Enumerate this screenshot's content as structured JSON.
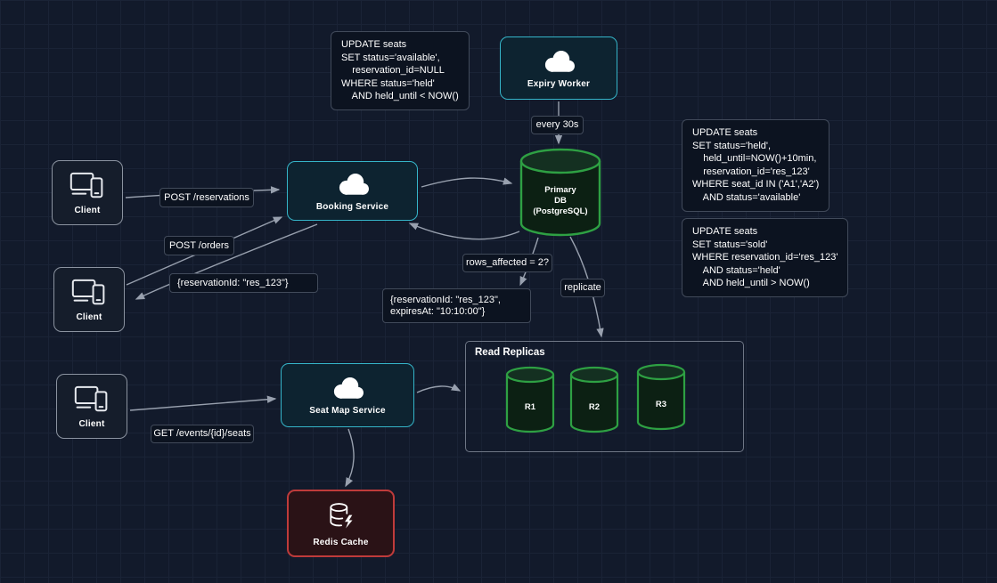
{
  "colors": {
    "background": "#121a2b",
    "grid_line": "#1a2336",
    "service_accent": "#35b5c9",
    "database_accent": "#2ea043",
    "redis_accent": "#bf3b3b",
    "arrow": "#98a0ae",
    "text": "#ffffff"
  },
  "nodes": {
    "client_top": {
      "label": "Client",
      "icon": "devices-icon"
    },
    "client_middle": {
      "label": "Client",
      "icon": "devices-icon"
    },
    "client_bottom": {
      "label": "Client",
      "icon": "devices-icon"
    },
    "booking_service": {
      "label": "Booking Service",
      "icon": "cloud-icon"
    },
    "expiry_worker": {
      "label": "Expiry Worker",
      "icon": "cloud-icon"
    },
    "seat_map_service": {
      "label": "Seat Map Service",
      "icon": "cloud-icon"
    },
    "redis_cache": {
      "label": "Redis Cache",
      "icon": "redis-db-bolt-icon"
    },
    "primary_db": {
      "label_lines": [
        "Primary",
        "DB",
        "(PostgreSQL)"
      ]
    },
    "read_replicas": {
      "title": "Read Replicas",
      "replicas": [
        {
          "label": "R1"
        },
        {
          "label": "R2"
        },
        {
          "label": "R3"
        }
      ]
    }
  },
  "code_blocks": {
    "expiry_update": {
      "lines": [
        "UPDATE seats",
        "SET status='available',",
        "    reservation_id=NULL",
        "WHERE status='held'",
        "    AND held_until < NOW()"
      ]
    },
    "hold_update": {
      "lines": [
        "UPDATE seats",
        "SET status='held',",
        "    held_until=NOW()+10min,",
        "    reservation_id='res_123'",
        "WHERE seat_id IN ('A1','A2')",
        "    AND status='available'"
      ]
    },
    "sold_update": {
      "lines": [
        "UPDATE seats",
        "SET status='sold'",
        "WHERE reservation_id='res_123'",
        "    AND status='held'",
        "    AND held_until > NOW()"
      ]
    }
  },
  "edge_labels": {
    "post_reservations": "POST /reservations",
    "post_orders": "POST /orders",
    "reservation_id_response": "{reservationId: \"res_123\"}",
    "reservation_expires_response": [
      "{reservationId: \"res_123\",",
      "expiresAt: \"10:10:00\"}"
    ],
    "rows_affected": "rows_affected = 2?",
    "every_30s": "every 30s",
    "replicate": "replicate",
    "get_event_seats": "GET /events/{id}/seats"
  }
}
